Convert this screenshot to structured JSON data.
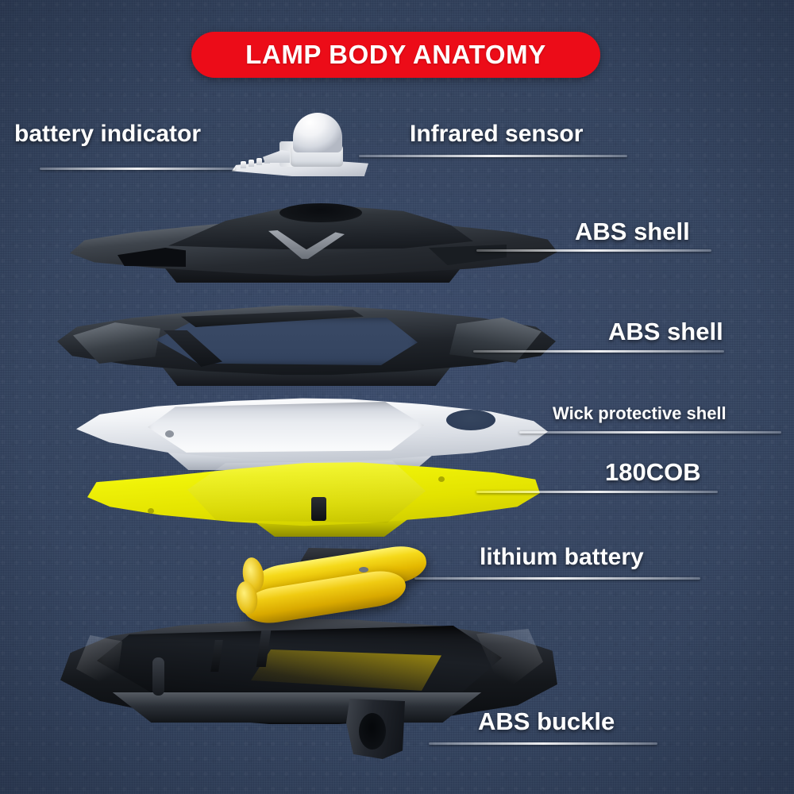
{
  "background": {
    "color": "#32425f",
    "style": "textured dark navy"
  },
  "title": {
    "text": "LAMP BODY ANATOMY",
    "pill_color": "#ec0c18",
    "text_color": "#ffffff"
  },
  "callouts": [
    {
      "id": "battery-indicator",
      "label": "battery indicator",
      "side": "left",
      "font_size": 30
    },
    {
      "id": "infrared-sensor",
      "label": "Infrared sensor",
      "side": "right",
      "font_size": 30
    },
    {
      "id": "abs-shell-top",
      "label": "ABS shell",
      "side": "right",
      "font_size": 31
    },
    {
      "id": "abs-shell-second",
      "label": "ABS shell",
      "side": "right",
      "font_size": 31
    },
    {
      "id": "wick-protective-shell",
      "label": "Wick protective shell",
      "side": "right",
      "font_size": 22
    },
    {
      "id": "cob-module",
      "label": "180COB",
      "side": "right",
      "font_size": 31
    },
    {
      "id": "lithium-battery",
      "label": "lithium battery",
      "side": "right",
      "font_size": 30
    },
    {
      "id": "abs-buckle",
      "label": "ABS buckle",
      "side": "right",
      "font_size": 31
    }
  ],
  "parts": [
    {
      "id": "sensor-assembly",
      "name": "Infrared sensor dome and battery indicator plate",
      "color": "#f2f4f7"
    },
    {
      "id": "abs-shell-top",
      "name": "Top ABS shell",
      "color": "#262a30"
    },
    {
      "id": "abs-shell-second",
      "name": "Second ABS shell frame",
      "color": "#1a1e23"
    },
    {
      "id": "wick-protective-shell",
      "name": "Wick protective shell",
      "color": "#f2f4f7"
    },
    {
      "id": "cob-panel",
      "name": "180COB LED panel",
      "color": "#eff208"
    },
    {
      "id": "lithium-battery",
      "name": "Lithium battery cells",
      "color": "#f0cb12"
    },
    {
      "id": "abs-base",
      "name": "ABS base with buckle",
      "color": "#14171b"
    }
  ]
}
